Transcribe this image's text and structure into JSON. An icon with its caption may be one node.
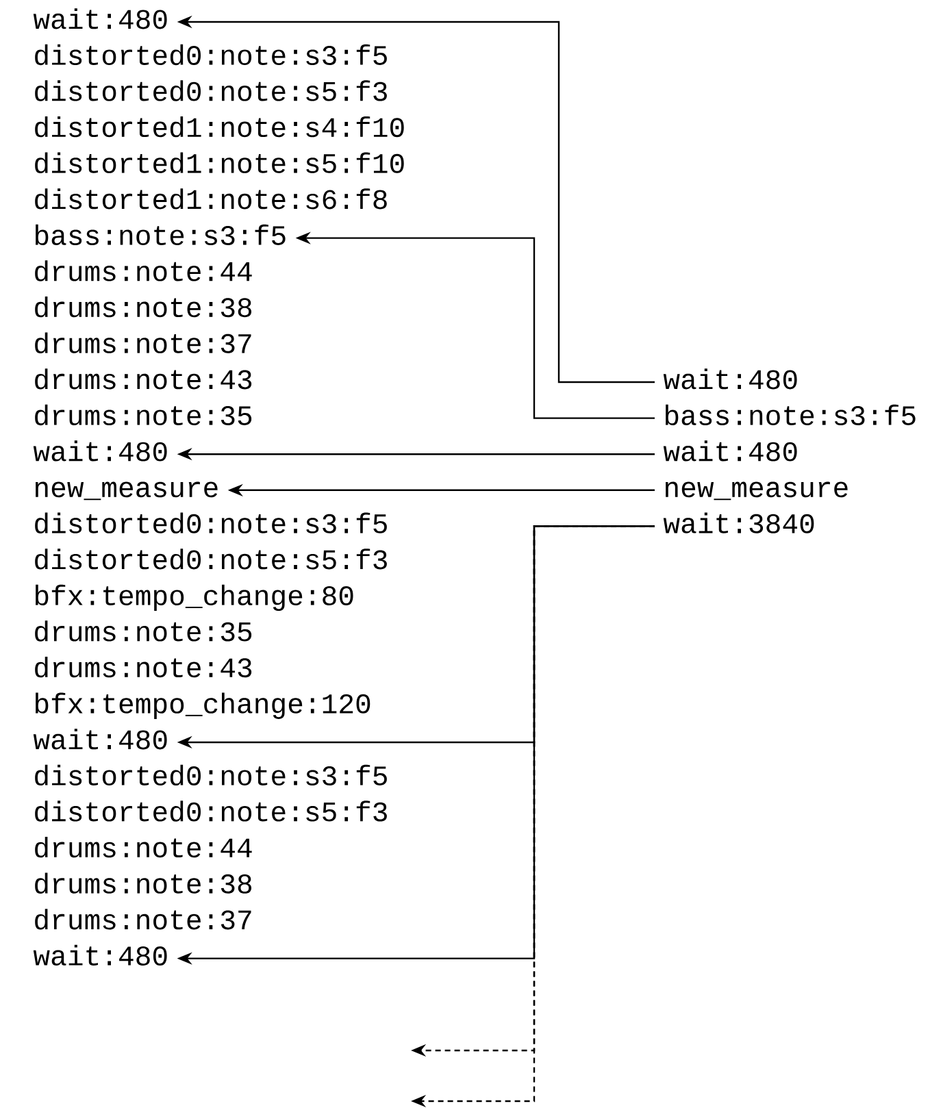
{
  "diagram": {
    "nodes": [
      {
        "text": [
          "wait:480"
        ]
      },
      {
        "text": [
          "bass:note:s3:f5"
        ]
      },
      {
        "text": [
          "wait:480"
        ]
      },
      {
        "text": [
          "bass:note:s3:f5"
        ]
      },
      {
        "text": [
          "wait:480"
        ]
      },
      {
        "text": [
          "wait:480"
        ]
      },
      {
        "text": [
          "new_measure"
        ]
      },
      {
        "text": [
          "new_measure"
        ]
      },
      {
        "text": [
          "wait:3840"
        ]
      },
      {
        "text": [
          "wait:480"
        ]
      },
      {
        "text": [
          "wait:480"
        ]
      }
    ],
    "edges": [
      {
        "from": 2,
        "to": 0,
        "arrow": "to"
      },
      {
        "from": 3,
        "to": 1,
        "arrow": "to"
      },
      {
        "from": 5,
        "to": 4,
        "arrow": "to"
      },
      {
        "from": 7,
        "to": 6,
        "arrow": "to"
      },
      {
        "from": 8,
        "to": 9,
        "arrow": "to"
      },
      {
        "from": 8,
        "to": 10,
        "arrow": "to"
      },
      {
        "from": 8,
        "to": null,
        "arrow": "to",
        "style": "dashed"
      },
      {
        "from": 8,
        "to": null,
        "arrow": "to",
        "style": "dashed"
      }
    ],
    "labels": [
      "distorted0:note:s3:f5",
      "distorted0:note:s5:f3",
      "distorted1:note:s4:f10",
      "distorted1:note:s5:f10",
      "distorted1:note:s6:f8",
      "drums:note:44",
      "drums:note:38",
      "drums:note:37",
      "drums:note:43",
      "drums:note:35",
      "distorted0:note:s3:f5",
      "distorted0:note:s5:f3",
      "bfx:tempo_change:80",
      "drums:note:35",
      "drums:note:43",
      "bfx:tempo_change:120",
      "distorted0:note:s3:f5",
      "distorted0:note:s5:f3",
      "drums:note:44",
      "drums:note:38",
      "drums:note:37"
    ]
  }
}
